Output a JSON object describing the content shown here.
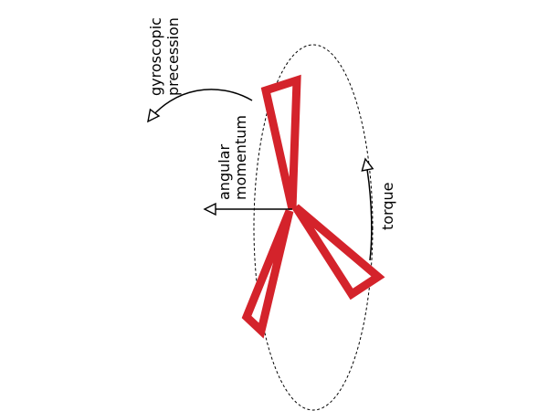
{
  "diagram": {
    "labels": {
      "precession_line1": "gyroscopic",
      "precession_line2": "precession",
      "momentum_line1": "angular",
      "momentum_line2": "momentum",
      "torque": "torque"
    },
    "colors": {
      "blade": "#d4232b",
      "stroke": "#000000",
      "background": "#ffffff"
    }
  }
}
